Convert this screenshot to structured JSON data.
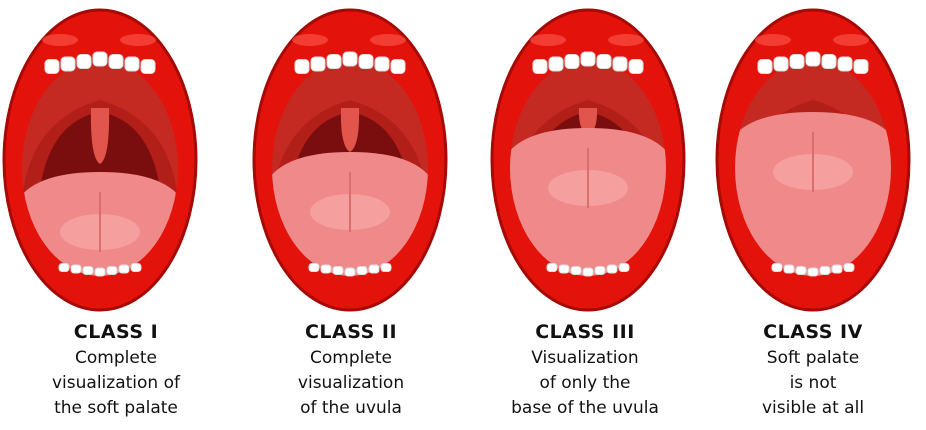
{
  "classes": [
    {
      "title": "CLASS I",
      "lines": [
        "Complete",
        "visualization of",
        "the soft palate"
      ]
    },
    {
      "title": "CLASS II",
      "lines": [
        "Complete",
        "visualization",
        "of the uvula"
      ]
    },
    {
      "title": "CLASS III",
      "lines": [
        "Visualization",
        "of only the",
        "base of the uvula"
      ]
    },
    {
      "title": "CLASS IV",
      "lines": [
        "Soft palate",
        "is not",
        "visible at all"
      ]
    }
  ],
  "colors": {
    "lip": "#e3120b",
    "lip_dark": "#a50a06",
    "throat": "#7a0e0e",
    "palate": "#c42a22",
    "tongue": "#f08a8a",
    "tongue_light": "#f6a9a6",
    "teeth": "#ffffff"
  }
}
